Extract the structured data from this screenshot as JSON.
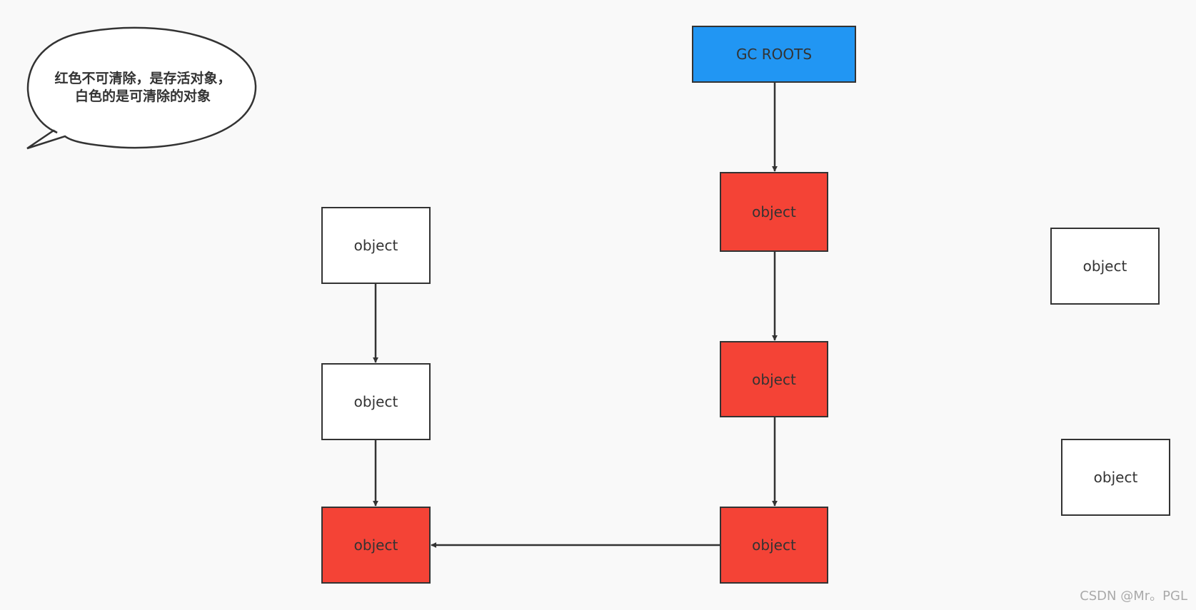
{
  "colors": {
    "background": "#f9f9f9",
    "root_fill": "#2196f3",
    "live_fill": "#f44336",
    "dead_fill": "#ffffff",
    "stroke": "#333333"
  },
  "callout": {
    "line1": "红色不可清除，是存活对象，",
    "line2": "白色的是可清除的对象"
  },
  "nodes": {
    "root": {
      "label": "GC ROOTS",
      "state": "root"
    },
    "live_1": {
      "label": "object",
      "state": "live"
    },
    "live_2": {
      "label": "object",
      "state": "live"
    },
    "live_3": {
      "label": "object",
      "state": "live"
    },
    "live_4": {
      "label": "object",
      "state": "live"
    },
    "dead_1": {
      "label": "object",
      "state": "dead"
    },
    "dead_2": {
      "label": "object",
      "state": "dead"
    },
    "dead_3": {
      "label": "object",
      "state": "dead"
    },
    "dead_4": {
      "label": "object",
      "state": "dead"
    }
  },
  "edges": [
    {
      "from": "root",
      "to": "live_1"
    },
    {
      "from": "live_1",
      "to": "live_2"
    },
    {
      "from": "live_2",
      "to": "live_3"
    },
    {
      "from": "live_3",
      "to": "live_4"
    },
    {
      "from": "dead_1",
      "to": "dead_2"
    },
    {
      "from": "dead_2",
      "to": "live_4"
    }
  ],
  "watermark": "CSDN @Mr。PGL"
}
